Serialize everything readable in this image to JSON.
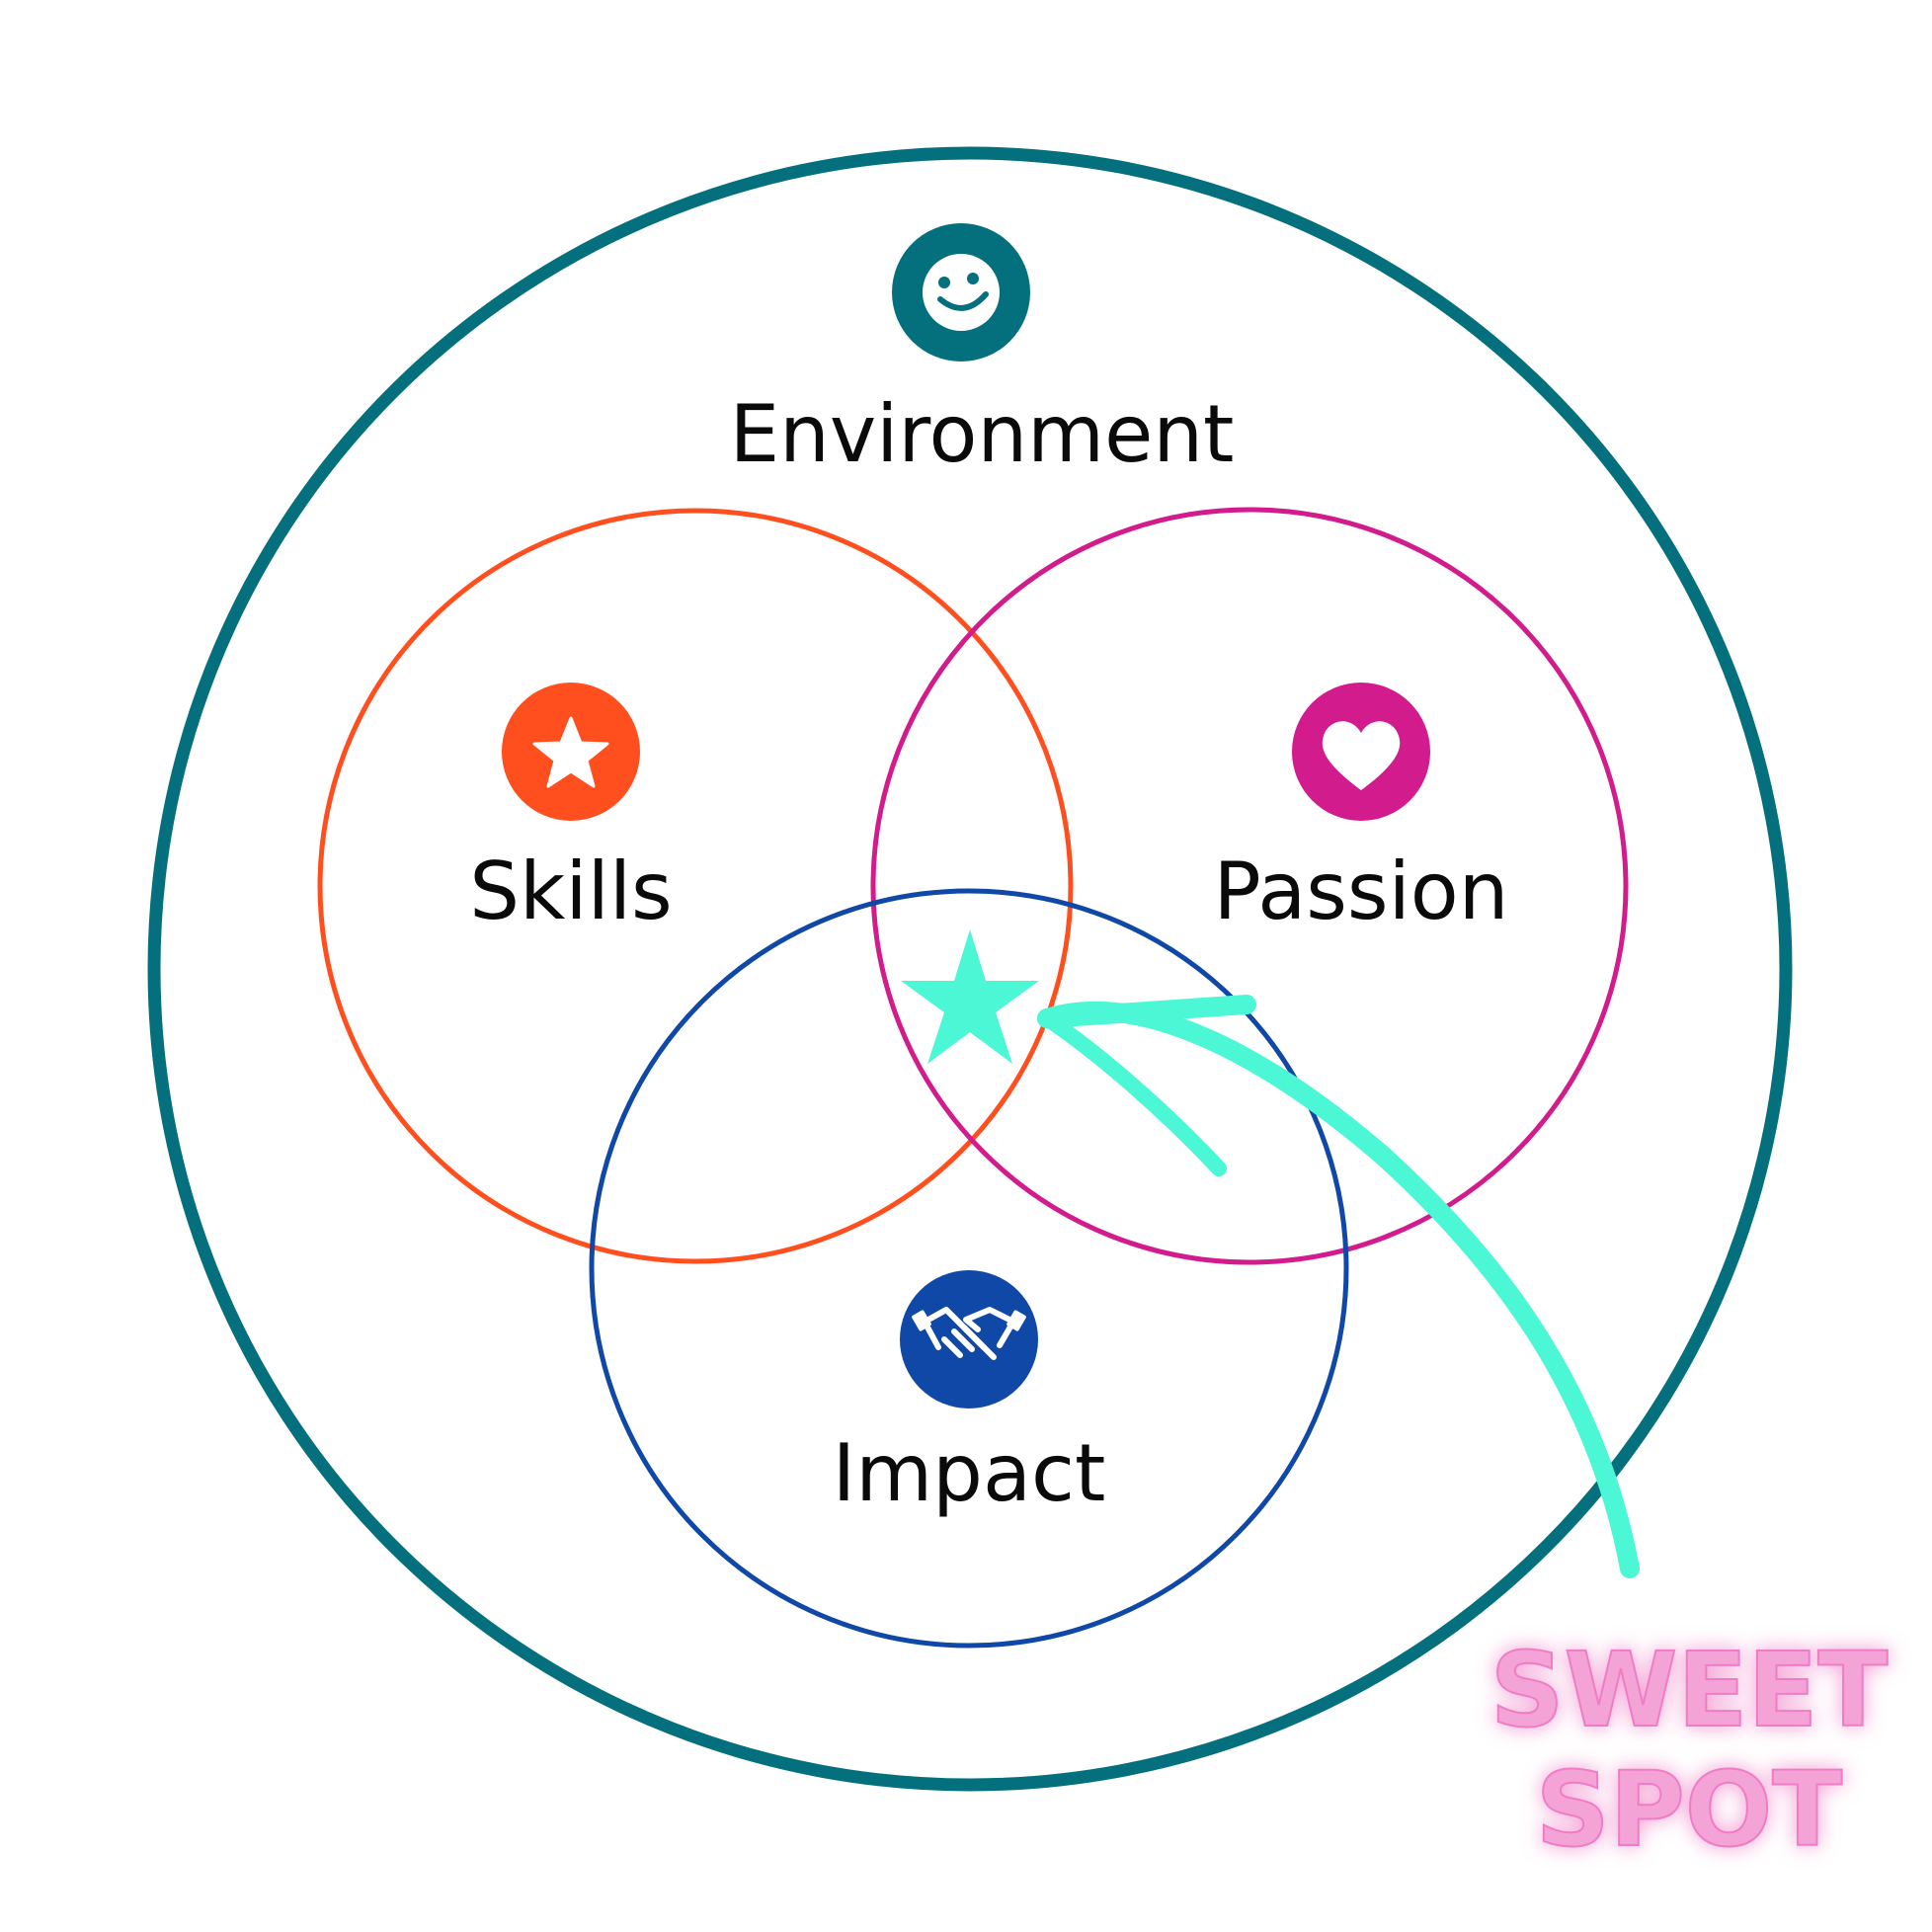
{
  "diagram": {
    "outer_label": "Environment",
    "circles": [
      {
        "id": "skills",
        "label": "Skills",
        "color": "#ff4f1f",
        "icon": "star-icon"
      },
      {
        "id": "passion",
        "label": "Passion",
        "color": "#d21b8c",
        "icon": "heart-icon"
      },
      {
        "id": "impact",
        "label": "Impact",
        "color": "#0f48a6",
        "icon": "handshake-icon"
      }
    ],
    "outer": {
      "color": "#04707d",
      "icon": "smiley-icon"
    },
    "center_marker": {
      "icon": "star-icon",
      "color": "#4cf7d5"
    },
    "callout": {
      "line1": "SWEET",
      "line2": "SPOT",
      "color": "#f4a3d6",
      "arrow_color": "#4cf7d5"
    }
  }
}
